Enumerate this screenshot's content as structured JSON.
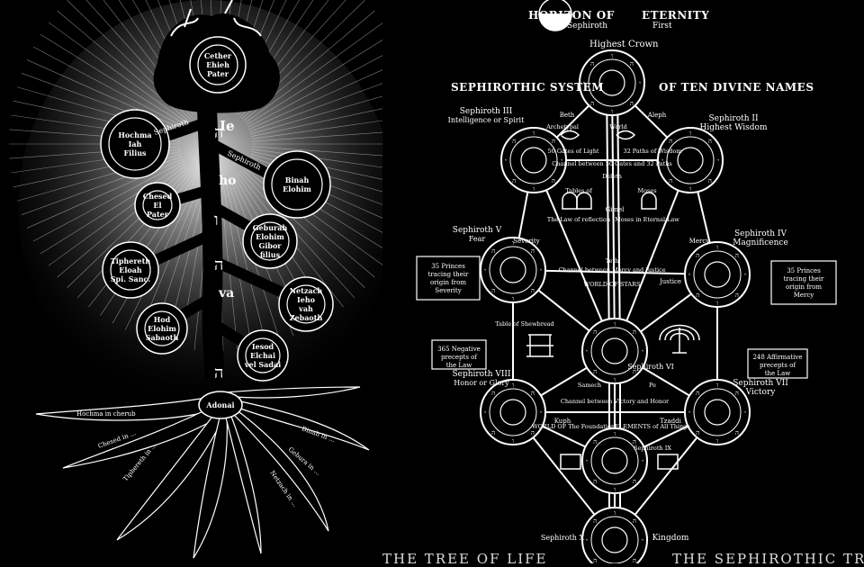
{
  "left": {
    "crown_lines": [
      "Cether",
      "Ehieh",
      "Pater"
    ],
    "binah": [
      "Binah",
      "Elohim"
    ],
    "chokmah": [
      "Hochma",
      "Iah",
      "Filius"
    ],
    "chesed": [
      "Chesed",
      "El",
      "Pater"
    ],
    "geburah": [
      "Geburah",
      "Elohim",
      "Gibor",
      "filius"
    ],
    "tiphereth": [
      "Tiphereth",
      "Eloah",
      "Spi. Sanc."
    ],
    "netzach": [
      "Netzach",
      "Ieho",
      "vah",
      "Zebaoth"
    ],
    "hod": [
      "Hod",
      "Elohim",
      "Sabaoth"
    ],
    "yesod": [
      "Iesod",
      "Elchai",
      "vel Sadai"
    ],
    "malkuth": "Adonai",
    "trunk_letters": [
      "Ie",
      "ho",
      "va"
    ],
    "branch_labels": [
      "Sephiroth",
      "Sephiroth"
    ],
    "root_labels": [
      "Hochma in cherub",
      "Chesed in ...",
      "Tiphereth in ...",
      "Netzach in ...",
      "Gebura in ...",
      "Binah in ..."
    ],
    "caption": "THE TREE OF LIFE"
  },
  "right": {
    "title_left": "HORIZON OF",
    "title_right": "ETERNITY",
    "sub_left": "Sephiroth",
    "sub_right": "First",
    "highest_crown": "Highest Crown",
    "system_left": "SEPHIROTHIC SYSTEM",
    "system_right": "OF TEN DIVINE NAMES",
    "seph3": [
      "Sephiroth III",
      "Intelligence or Spirit"
    ],
    "seph2": [
      "Sephiroth II",
      "Highest Wisdom"
    ],
    "seph5": [
      "Sephiroth V",
      "Fear"
    ],
    "seph4": [
      "Sephiroth IV",
      "Magnificence"
    ],
    "seph8": [
      "Sephiroth VIII",
      "Honor or Glory"
    ],
    "seph7": [
      "Sephiroth VII",
      "Victory"
    ],
    "seph10": [
      "Sephiroth X",
      "Kingdom"
    ],
    "seph6": "Sephiroth VI",
    "center_labels": [
      "Archetypal",
      "World",
      "50 Gates of Light",
      "32 Paths of Wisdom",
      "Channel between 50 Gates and 32 Paths",
      "Deleth",
      "Tables of",
      "Moses",
      "The Law of reflection",
      "Moses in Eternal Law",
      "Teth",
      "Channel between Mercy and Justice",
      "WORLD OF STARS",
      "Table of Shewbread",
      "Samech",
      "Pe",
      "Channel between Victory and Honor",
      "WORLD OF The Foundation",
      "ELEMENTS of All Things",
      "Sephiroth IX"
    ],
    "side_left_box1": [
      "35 Princes",
      "tracing their",
      "origin from",
      "Severity"
    ],
    "side_right_box1": [
      "35 Princes",
      "tracing their",
      "origin from",
      "Mercy"
    ],
    "side_left_box2": [
      "365 Negative",
      "precepts of",
      "the Law"
    ],
    "side_right_box2": [
      "248 Affirmative",
      "precepts of",
      "the Law"
    ],
    "paths": [
      "Beth",
      "Aleph",
      "Gimel",
      "Severity",
      "Mercy",
      "Justice",
      "Kuph",
      "Tzaddi"
    ],
    "caption": "THE SEPHIROTHIC TREE"
  }
}
